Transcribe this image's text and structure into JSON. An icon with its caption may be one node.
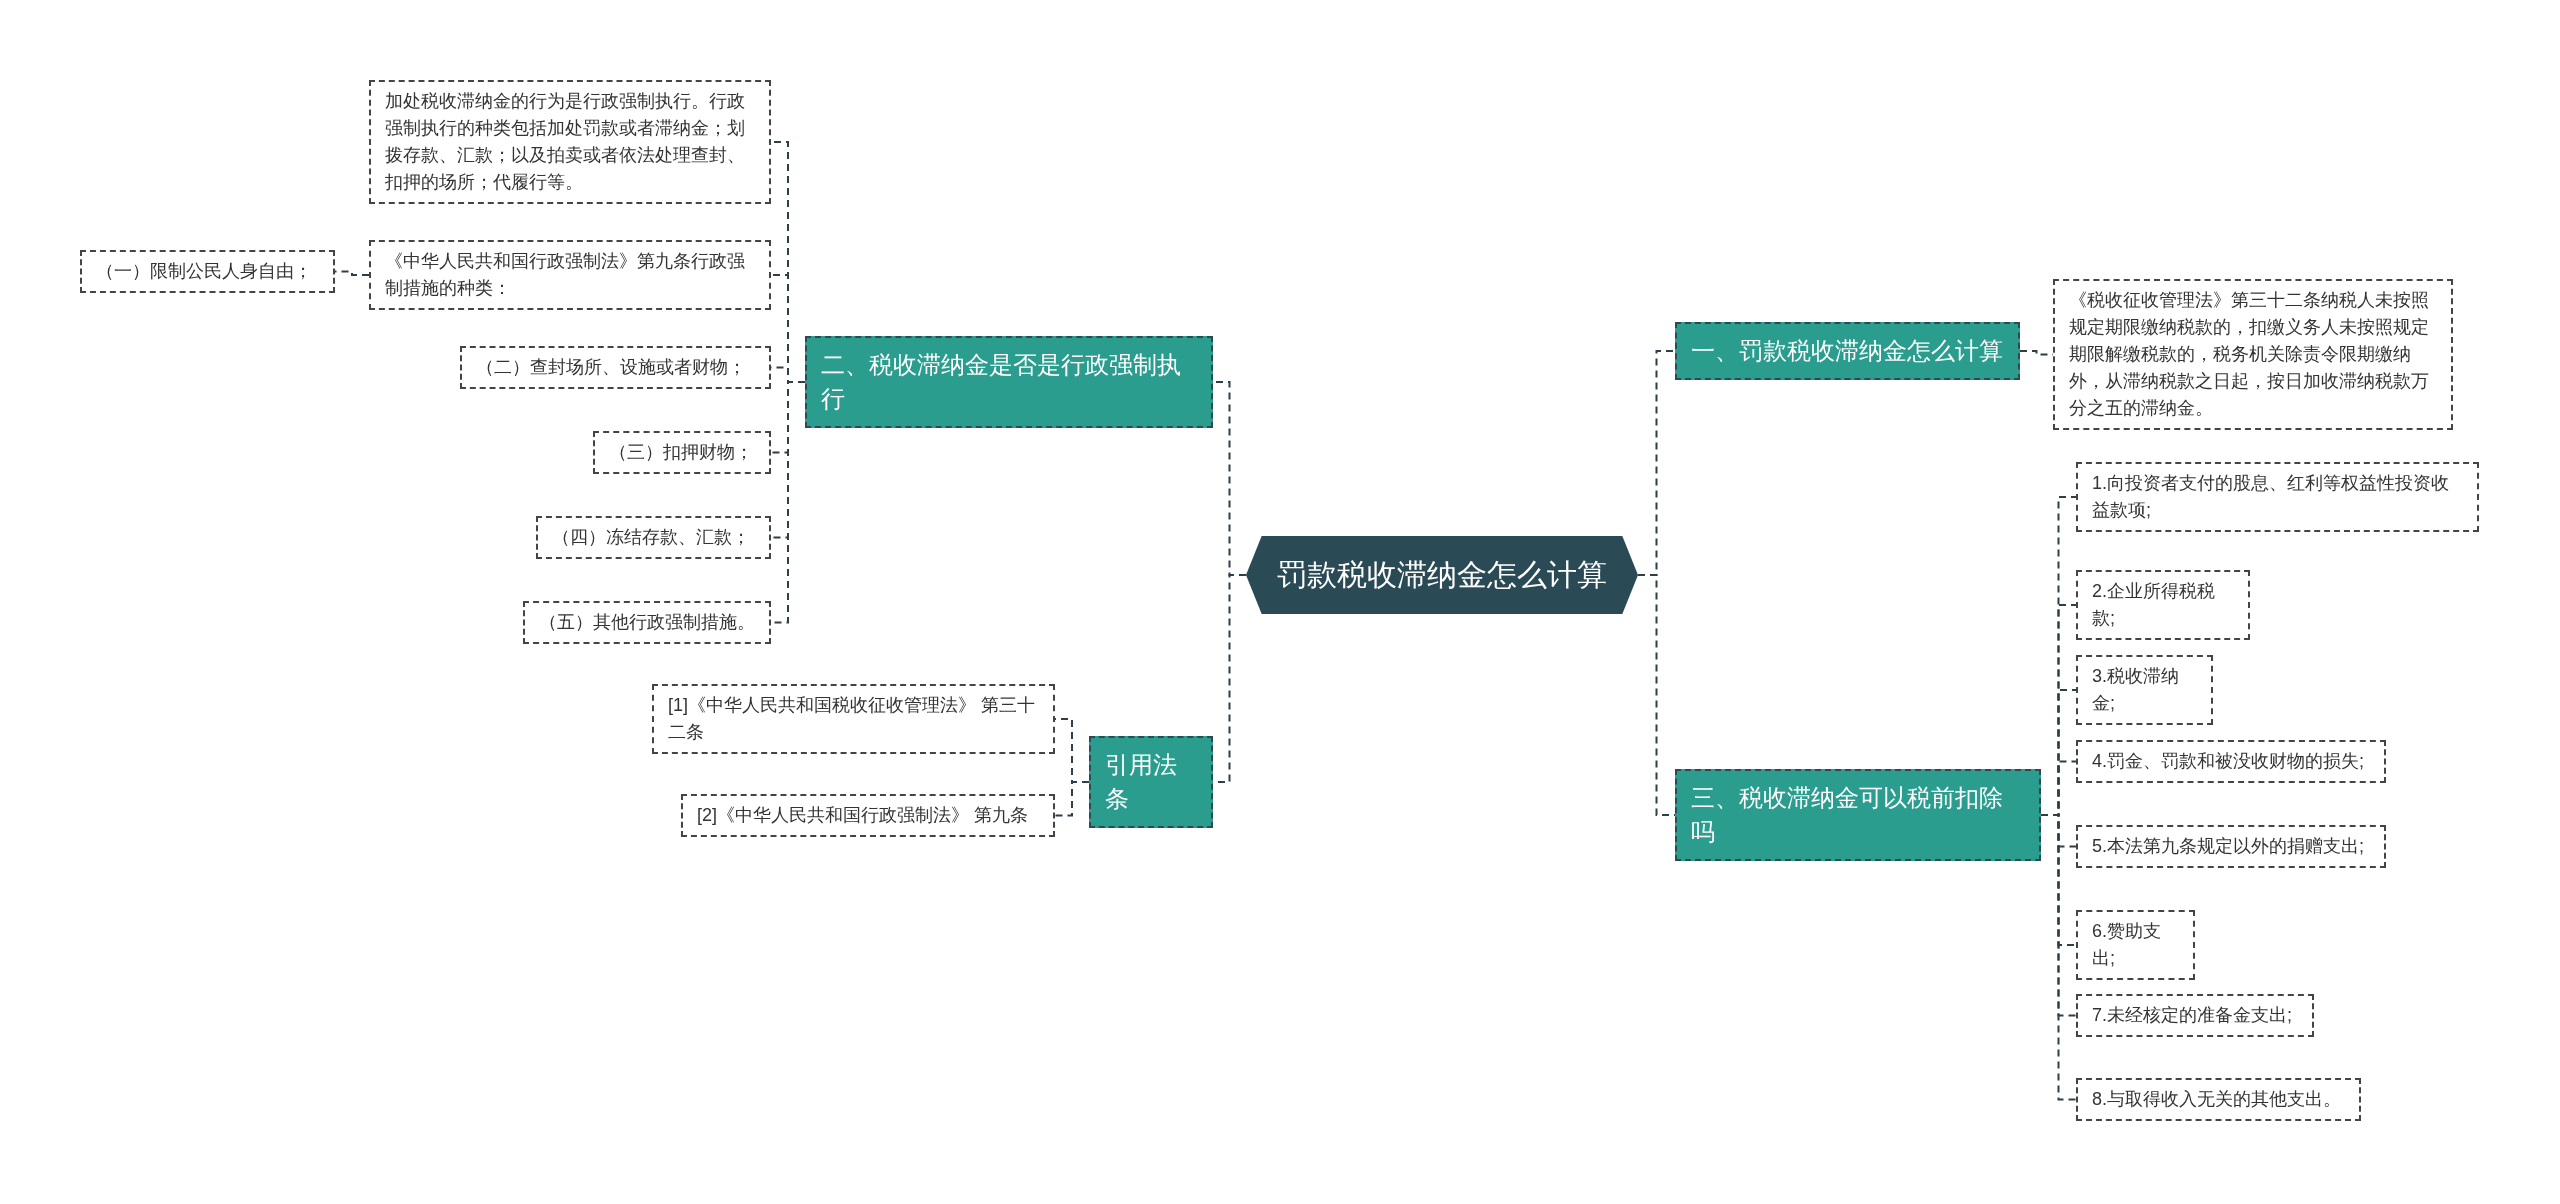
{
  "diagram": {
    "nodes": [
      {
        "text": [
          "罚款税收滞纳金怎么计算"
        ]
      },
      {
        "text": [
          "二、税收滞纳金是否是行政强制执行"
        ]
      },
      {
        "text": [
          "加处税收滞纳金的行为是行政强制执行。行政强制执行的种类包括加处罚款或者滞纳金；划拨存款、汇款；以及拍卖或者依法处理查封、扣押的场所；代履行等。"
        ]
      },
      {
        "text": [
          "《中华人民共和国行政强制法》第九条行政强制措施的种类："
        ]
      },
      {
        "text": [
          "（一）限制公民人身自由；"
        ]
      },
      {
        "text": [
          "（二）查封场所、设施或者财物；"
        ]
      },
      {
        "text": [
          "（三）扣押财物；"
        ]
      },
      {
        "text": [
          "（四）冻结存款、汇款；"
        ]
      },
      {
        "text": [
          "（五）其他行政强制措施。"
        ]
      },
      {
        "text": [
          "引用法条"
        ]
      },
      {
        "text": [
          "[1]《中华人民共和国税收征收管理法》 第三十二条"
        ]
      },
      {
        "text": [
          "[2]《中华人民共和国行政强制法》 第九条"
        ]
      },
      {
        "text": [
          "一、罚款税收滞纳金怎么计算"
        ]
      },
      {
        "text": [
          "《税收征收管理法》第三十二条纳税人未按照规定期限缴纳税款的，扣缴义务人未按照规定期限解缴税款的，税务机关除责令限期缴纳外，从滞纳税款之日起，按日加收滞纳税款万分之五的滞纳金。"
        ]
      },
      {
        "text": [
          "三、税收滞纳金可以税前扣除吗"
        ]
      },
      {
        "text": [
          "1.向投资者支付的股息、红利等权益性投资收益款项;"
        ]
      },
      {
        "text": [
          "2.企业所得税税款;"
        ]
      },
      {
        "text": [
          "3.税收滞纳金;"
        ]
      },
      {
        "text": [
          "4.罚金、罚款和被没收财物的损失;"
        ]
      },
      {
        "text": [
          "5.本法第九条规定以外的捐赠支出;"
        ]
      },
      {
        "text": [
          "6.赞助支出;"
        ]
      },
      {
        "text": [
          "7.未经核定的准备金支出;"
        ]
      },
      {
        "text": [
          "8.与取得收入无关的其他支出。"
        ]
      }
    ],
    "edges": [
      {
        "from": 0,
        "to": 1,
        "arrow": "none",
        "style": "dashed"
      },
      {
        "from": 1,
        "to": 2,
        "arrow": "none",
        "style": "dashed"
      },
      {
        "from": 1,
        "to": 3,
        "arrow": "none",
        "style": "dashed"
      },
      {
        "from": 3,
        "to": 4,
        "arrow": "none",
        "style": "dashed"
      },
      {
        "from": 1,
        "to": 5,
        "arrow": "none",
        "style": "dashed"
      },
      {
        "from": 1,
        "to": 6,
        "arrow": "none",
        "style": "dashed"
      },
      {
        "from": 1,
        "to": 7,
        "arrow": "none",
        "style": "dashed"
      },
      {
        "from": 1,
        "to": 8,
        "arrow": "none",
        "style": "dashed"
      },
      {
        "from": 0,
        "to": 9,
        "arrow": "none",
        "style": "dashed"
      },
      {
        "from": 9,
        "to": 10,
        "arrow": "none",
        "style": "dashed"
      },
      {
        "from": 9,
        "to": 11,
        "arrow": "none",
        "style": "dashed"
      },
      {
        "from": 0,
        "to": 12,
        "arrow": "none",
        "style": "dashed"
      },
      {
        "from": 12,
        "to": 13,
        "arrow": "none",
        "style": "dashed"
      },
      {
        "from": 0,
        "to": 14,
        "arrow": "none",
        "style": "dashed"
      },
      {
        "from": 14,
        "to": 15,
        "arrow": "none",
        "style": "dashed"
      },
      {
        "from": 14,
        "to": 16,
        "arrow": "none",
        "style": "dashed"
      },
      {
        "from": 14,
        "to": 17,
        "arrow": "none",
        "style": "dashed"
      },
      {
        "from": 14,
        "to": 18,
        "arrow": "none",
        "style": "dashed"
      },
      {
        "from": 14,
        "to": 19,
        "arrow": "none",
        "style": "dashed"
      },
      {
        "from": 14,
        "to": 20,
        "arrow": "none",
        "style": "dashed"
      },
      {
        "from": 14,
        "to": 21,
        "arrow": "none",
        "style": "dashed"
      },
      {
        "from": 14,
        "to": 22,
        "arrow": "none",
        "style": "dashed"
      }
    ]
  }
}
